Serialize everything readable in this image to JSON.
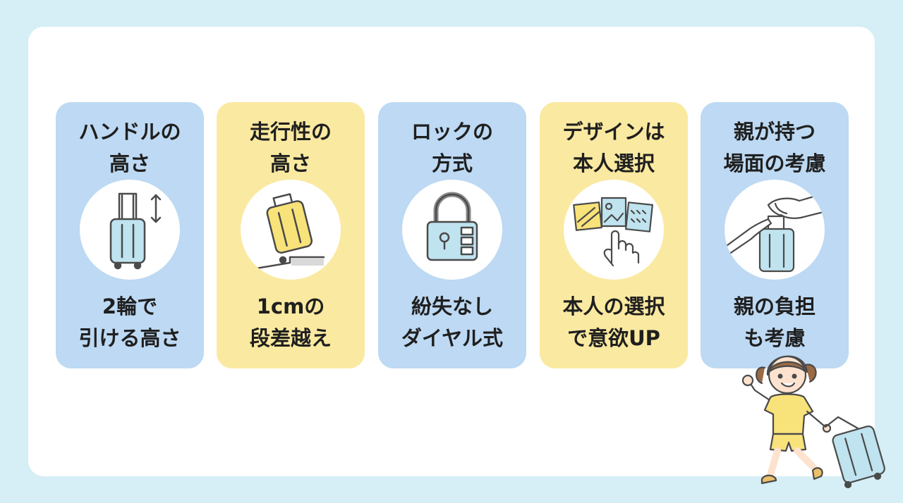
{
  "cards": [
    {
      "title": "ハンドルの\n高さ",
      "desc": "2輪で\n引ける高さ",
      "icon": "suitcase-handle-height-icon",
      "color": "#bdd9f3"
    },
    {
      "title": "走行性の\n高さ",
      "desc": "1cmの\n段差越え",
      "icon": "suitcase-step-icon",
      "color": "#fae9a0"
    },
    {
      "title": "ロックの\n方式",
      "desc": "紛失なし\nダイヤル式",
      "icon": "dial-lock-icon",
      "color": "#bdd9f3"
    },
    {
      "title": "デザインは\n本人選択",
      "desc": "本人の選択\nで意欲UP",
      "icon": "design-select-icon",
      "color": "#fae9a0"
    },
    {
      "title": "親が持つ\n場面の考慮",
      "desc": "親の負担\nも考慮",
      "icon": "parent-hand-suitcase-icon",
      "color": "#bdd9f3"
    }
  ],
  "colors": {
    "background": "#d6eef5",
    "panel": "#ffffff",
    "blue_card": "#bdd9f3",
    "yellow_card": "#fae9a0",
    "suitcase_blue": "#bfe3ef",
    "suitcase_yellow": "#f8e27a"
  }
}
